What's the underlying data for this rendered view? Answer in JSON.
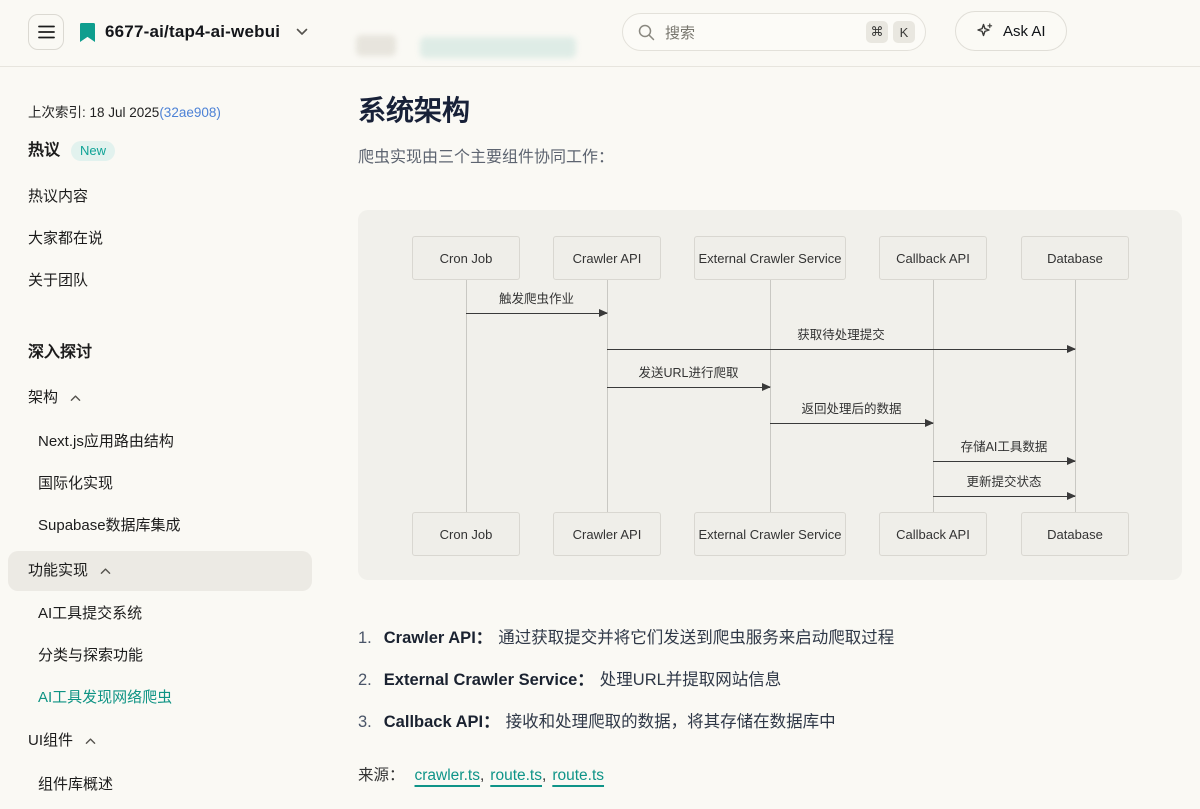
{
  "header": {
    "repo_title": "6677-ai/tap4-ai-webui",
    "search_placeholder": "搜索",
    "shortcut_cmd": "⌘",
    "shortcut_key": "K",
    "ask_ai_label": "Ask AI"
  },
  "sidebar": {
    "last_indexed_label": "上次索引: 18 Jul 2025",
    "last_indexed_commit": "(32ae908)",
    "items": [
      {
        "label": "热议",
        "badge": "New"
      },
      {
        "label": "热议内容"
      },
      {
        "label": "大家都在说"
      },
      {
        "label": "关于团队"
      },
      {
        "label": "深入探讨"
      },
      {
        "label": "架构"
      },
      {
        "label": "Next.js应用路由结构"
      },
      {
        "label": "国际化实现"
      },
      {
        "label": "Supabase数据库集成"
      },
      {
        "label": "功能实现"
      },
      {
        "label": "AI工具提交系统"
      },
      {
        "label": "分类与探索功能"
      },
      {
        "label": "AI工具发现网络爬虫"
      },
      {
        "label": "UI组件"
      },
      {
        "label": "组件库概述"
      }
    ]
  },
  "main": {
    "title": "系统架构",
    "intro": "爬虫实现由三个主要组件协同工作：",
    "list": [
      {
        "num": "1.",
        "term": "Crawler API：",
        "desc": "通过获取提交并将它们发送到爬虫服务来启动爬取过程"
      },
      {
        "num": "2.",
        "term": "External Crawler Service：",
        "desc": "处理URL并提取网站信息"
      },
      {
        "num": "3.",
        "term": "Callback API：",
        "desc": "接收和处理爬取的数据，将其存储在数据库中"
      }
    ],
    "sources_label": "来源：",
    "sources": [
      "crawler.ts",
      "route.ts",
      "route.ts"
    ],
    "sources_separator": ","
  },
  "diagram": {
    "actors": [
      "Cron Job",
      "Crawler API",
      "External Crawler Service",
      "Callback API",
      "Database"
    ],
    "messages": [
      "触发爬虫作业",
      "获取待处理提交",
      "发送URL进行爬取",
      "返回处理后的数据",
      "存储AI工具数据",
      "更新提交状态"
    ]
  },
  "colors": {
    "accent_teal": "#0E9384",
    "link_blue": "#4D82D6",
    "badge_bg": "#E2F2EE",
    "diagram_bg": "#F1F0EB"
  }
}
